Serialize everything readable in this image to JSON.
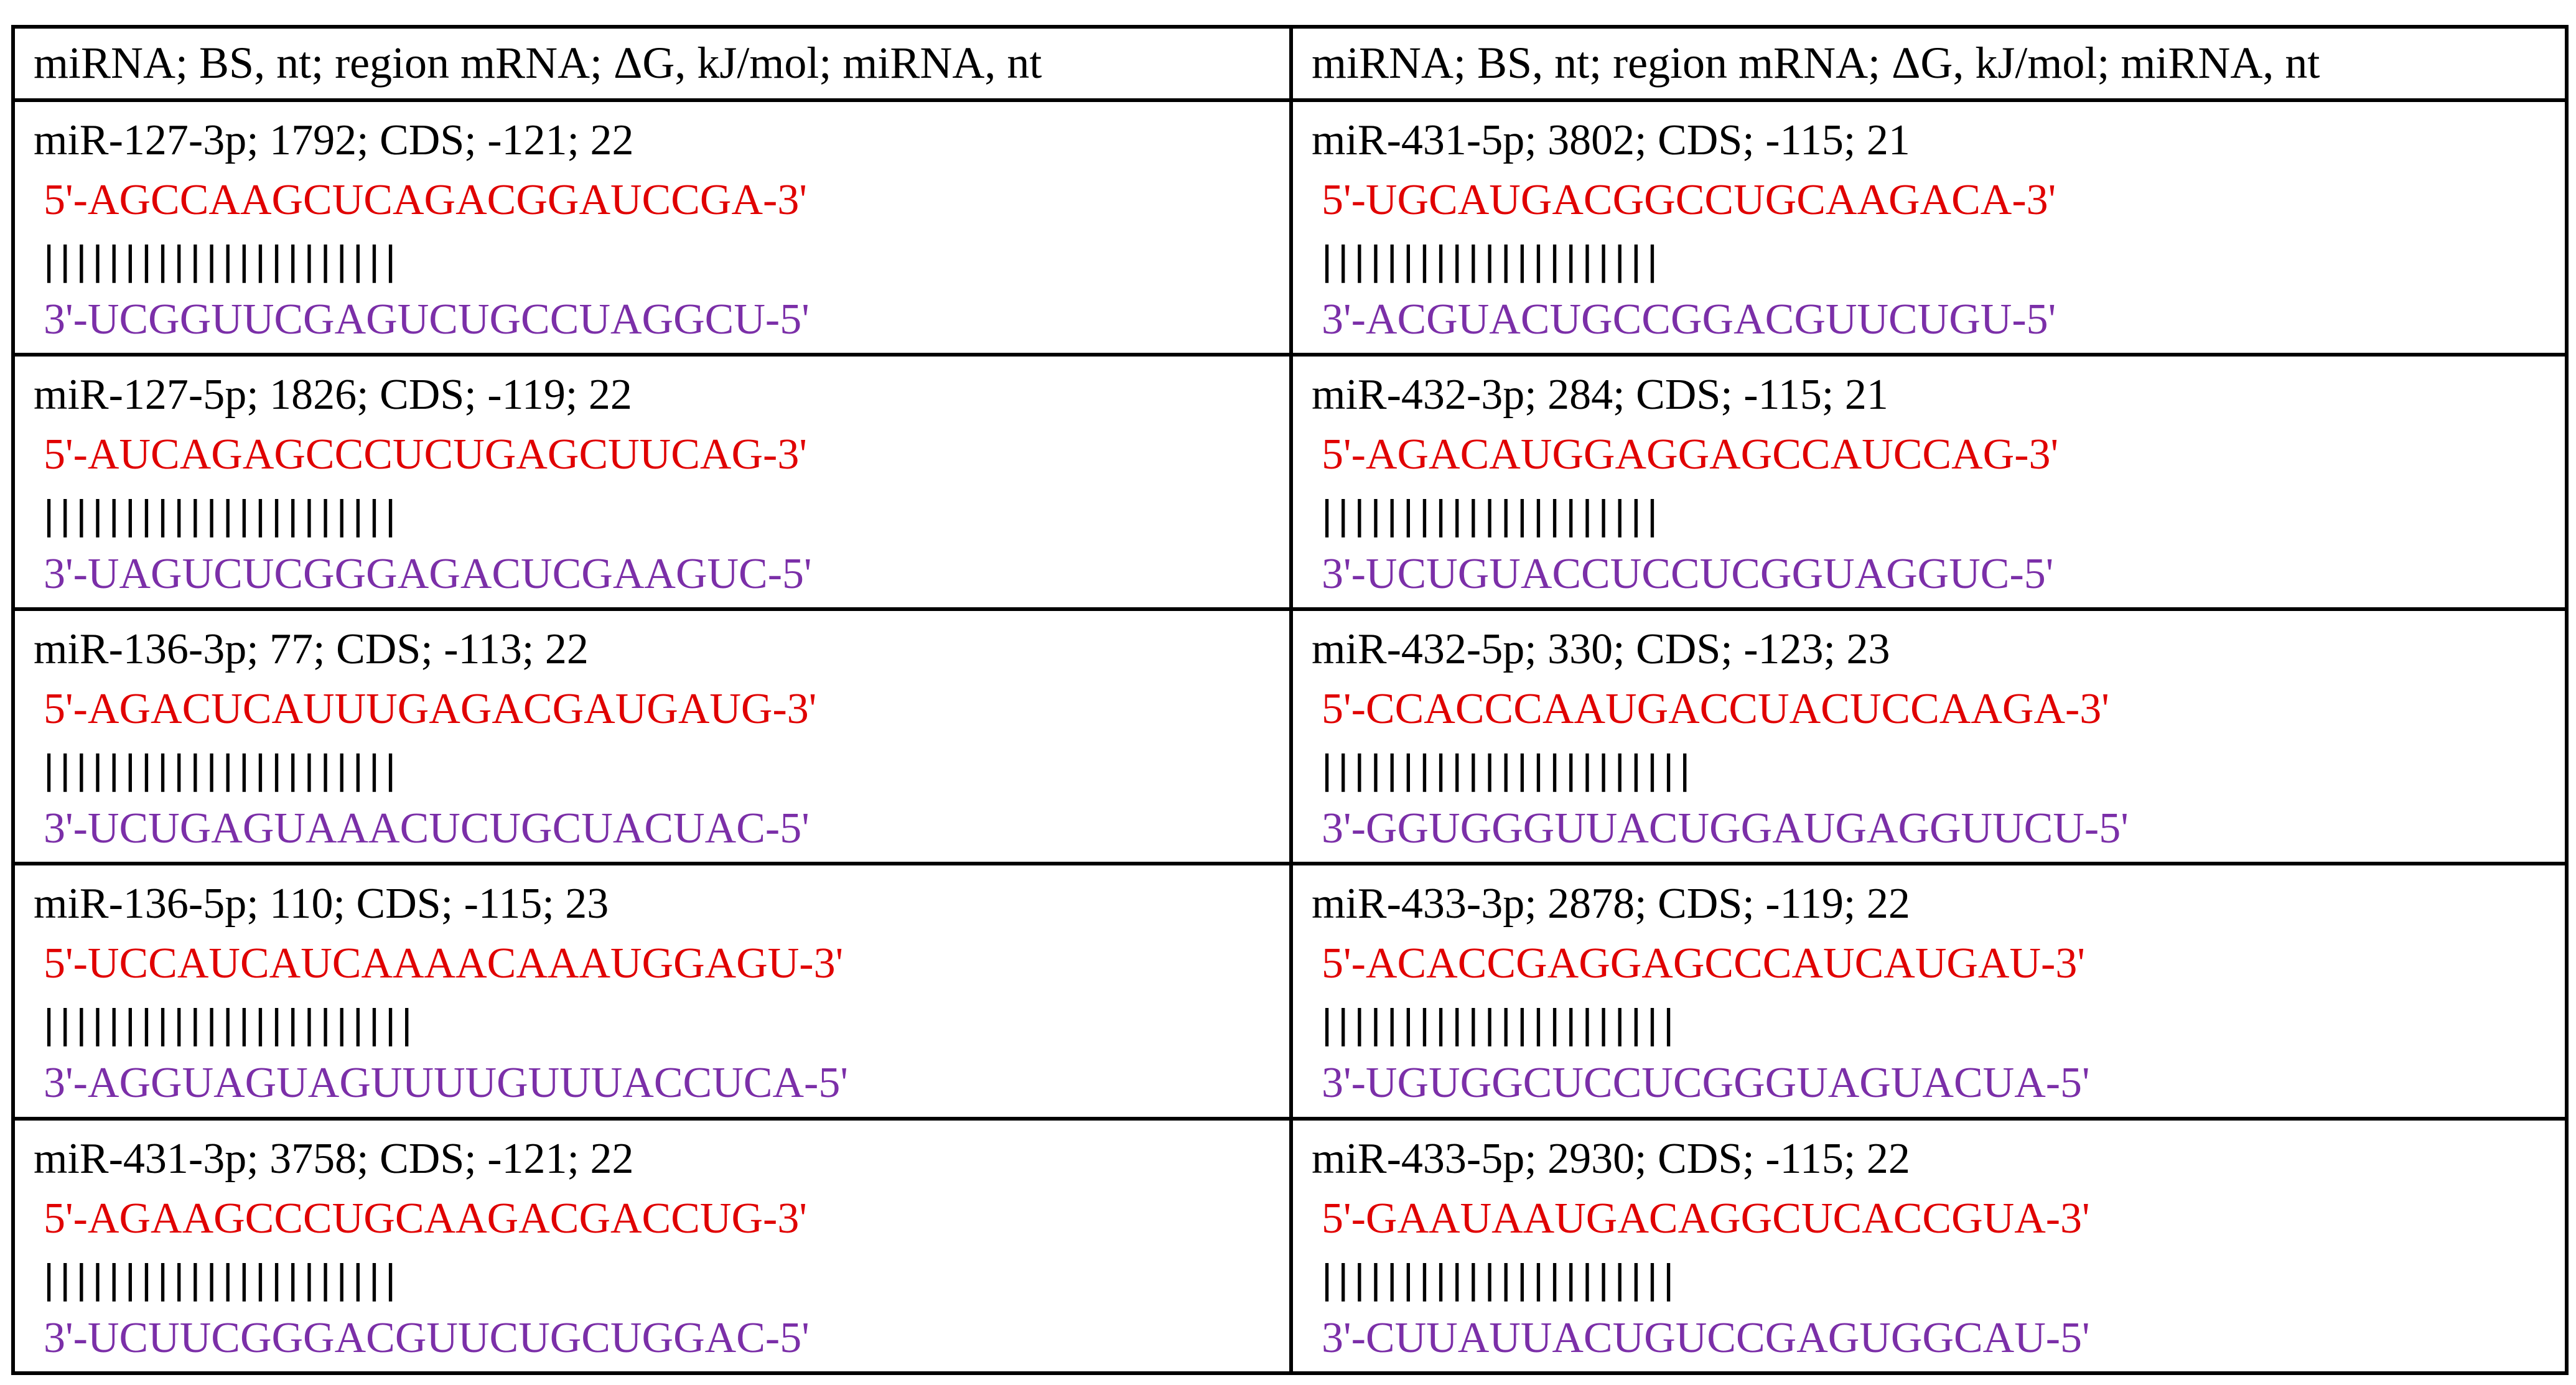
{
  "table": {
    "headers": [
      "miRNA; BS, nt; region mRNA; ΔG, kJ/mol; miRNA, nt",
      "miRNA; BS, nt; region mRNA; ΔG, kJ/mol; miRNA, nt"
    ],
    "colors": {
      "mrna": "#e00000",
      "mirna": "#7b2fa8",
      "text": "#000000"
    },
    "rows": [
      [
        {
          "info": "miR-127-3p; 1792; CDS; -121; 22",
          "mrna": "5'-AGCCAAGCUCAGACGGAUCCGA-3'",
          "bars": "||||||||||||||||||||||",
          "mirna": "3'-UCGGUUCGAGUCUGCCUAGGCU-5'"
        },
        {
          "info": "miR-431-5p; 3802; CDS; -115; 21",
          "mrna": "5'-UGCAUGACGGCCUGCAAGACA-3'",
          "bars": "|||||||||||||||||||||",
          "mirna": "3'-ACGUACUGCCGGACGUUCUGU-5'"
        }
      ],
      [
        {
          "info": "miR-127-5p; 1826; CDS; -119; 22",
          "mrna": "5'-AUCAGAGCCCUCUGAGCUUCAG-3'",
          "bars": "||||||||||||||||||||||",
          "mirna": "3'-UAGUCUCGGGAGACUCGAAGUC-5'"
        },
        {
          "info": "miR-432-3p; 284; CDS; -115; 21",
          "mrna": "5'-AGACAUGGAGGAGCCAUCCAG-3'",
          "bars": "|||||||||||||||||||||",
          "mirna": "3'-UCUGUACCUCCUCGGUAGGUC-5'"
        }
      ],
      [
        {
          "info": "miR-136-3p; 77; CDS; -113; 22",
          "mrna": "5'-AGACUCAUUUGAGACGAUGAUG-3'",
          "bars": "||||||||||||||||||||||",
          "mirna": "3'-UCUGAGUAAACUCUGCUACUAC-5'"
        },
        {
          "info": "miR-432-5p; 330; CDS; -123; 23",
          "mrna": "5'-CCACCCAAUGACCUACUCCAAGA-3'",
          "bars": "|||||||||||||||||||||||",
          "mirna": "3'-GGUGGGUUACUGGAUGAGGUUCU-5'"
        }
      ],
      [
        {
          "info": "miR-136-5p; 110; CDS; -115; 23",
          "mrna": "5'-UCCAUCAUCAAAACAAAUGGAGU-3'",
          "bars": "|||||||||||||||||||||||",
          "mirna": "3'-AGGUAGUAGUUUUGUUUACCUCA-5'"
        },
        {
          "info": "miR-433-3p; 2878; CDS; -119; 22",
          "mrna": "5'-ACACCGAGGAGCCCAUCAUGAU-3'",
          "bars": "||||||||||||||||||||||",
          "mirna": "3'-UGUGGCUCCUCGGGUAGUACUA-5'"
        }
      ],
      [
        {
          "info": "miR-431-3p; 3758; CDS; -121; 22",
          "mrna": "5'-AGAAGCCCUGCAAGACGACCUG-3'",
          "bars": "||||||||||||||||||||||",
          "mirna": "3'-UCUUCGGGACGUUCUGCUGGAC-5'"
        },
        {
          "info": "miR-433-5p; 2930; CDS; -115; 22",
          "mrna": "5'-GAAUAAUGACAGGCUCACCGUA-3'",
          "bars": "||||||||||||||||||||||",
          "mirna": "3'-CUUAUUACUGUCCGAGUGGCAU-5'"
        }
      ]
    ]
  }
}
